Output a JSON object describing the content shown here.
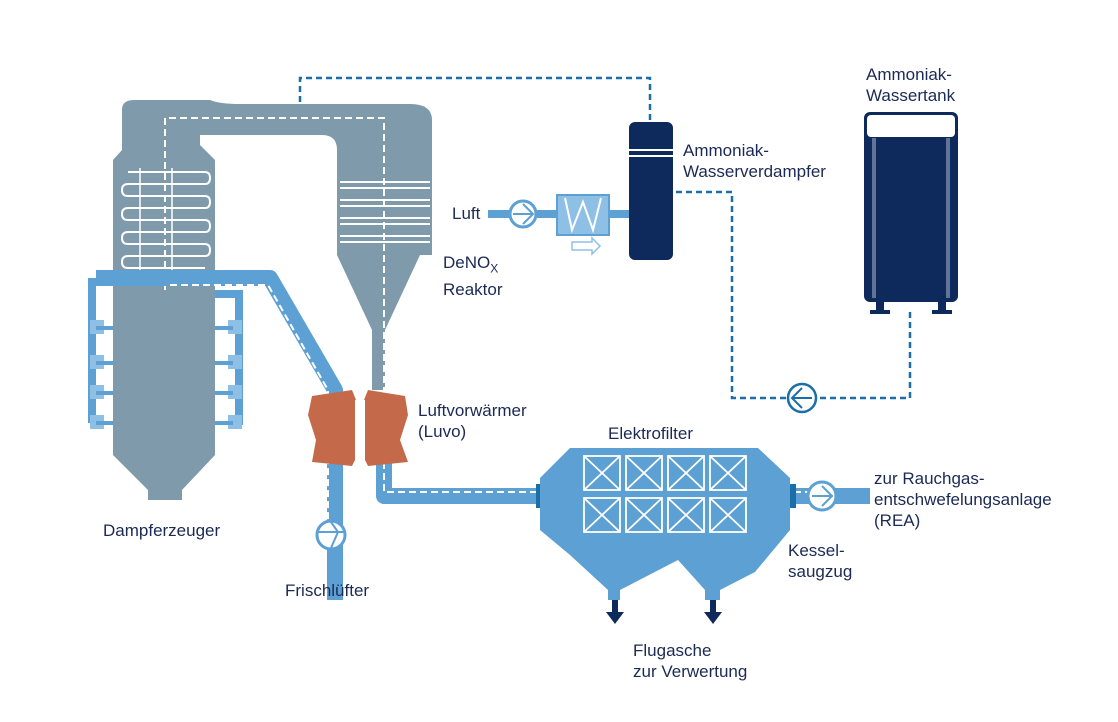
{
  "labels": {
    "dampferzeuger": "Dampferzeuger",
    "frischluefter": "Frischlüfter",
    "deNox_main": "DeNO",
    "deNox_sub": "X",
    "deNox_line2": "Reaktor",
    "luvo_line1": "Luftvorwärmer",
    "luvo_line2": "(Luvo)",
    "elektrofilter": "Elektrofilter",
    "flugasche_line1": "Flugasche",
    "flugasche_line2": "zur Verwertung",
    "kessel_line1": "Kessel-",
    "kessel_line2": "saugzug",
    "rea_line1": "zur Rauchgas-",
    "rea_line2": "entschwefelungsanlage",
    "rea_line3": "(REA)",
    "luft": "Luft",
    "verdampfer_line1": "Ammoniak-",
    "verdampfer_line2": "Wasserverdampfer",
    "tank_line1": "Ammoniak-",
    "tank_line2": "Wassertank"
  },
  "colors": {
    "steel": "#7f9aab",
    "pipe": "#5da0d3",
    "pipe_light": "#8ec0e6",
    "navy": "#0e2a5c",
    "copper": "#c46a4a",
    "dashed": "#1a6fa8",
    "text": "#1b2a55"
  }
}
